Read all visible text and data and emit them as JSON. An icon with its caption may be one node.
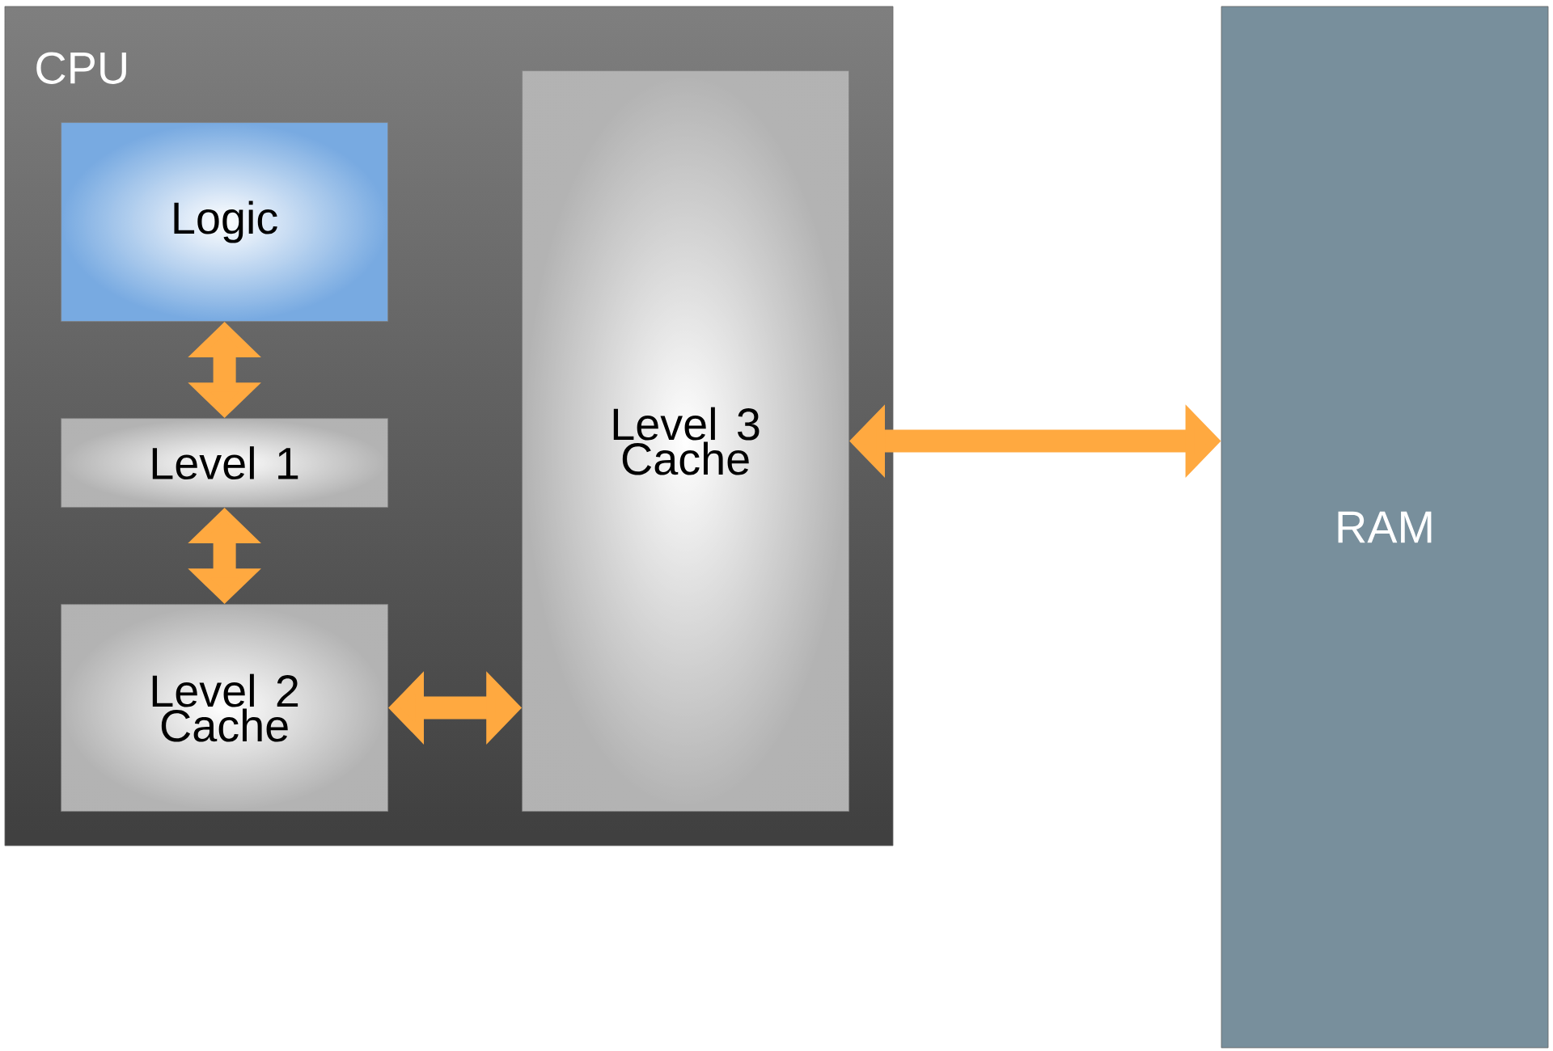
{
  "diagram": {
    "nodes": [
      {
        "text": [
          "CPU"
        ]
      },
      {
        "text": [
          "Logic"
        ],
        "in": 0
      },
      {
        "text": [
          "Level 1"
        ],
        "in": 0
      },
      {
        "text": [
          "Level 2 Cache"
        ],
        "in": 0
      },
      {
        "text": [
          "Level 3 Cache"
        ],
        "in": 0
      },
      {
        "text": [
          "RAM"
        ]
      }
    ],
    "edges": [
      {
        "from": 1,
        "to": 2,
        "arrow": "both"
      },
      {
        "from": 2,
        "to": 3,
        "arrow": "both"
      },
      {
        "from": 3,
        "to": 4,
        "arrow": "both"
      },
      {
        "from": 4,
        "to": 5,
        "arrow": "both"
      }
    ]
  }
}
